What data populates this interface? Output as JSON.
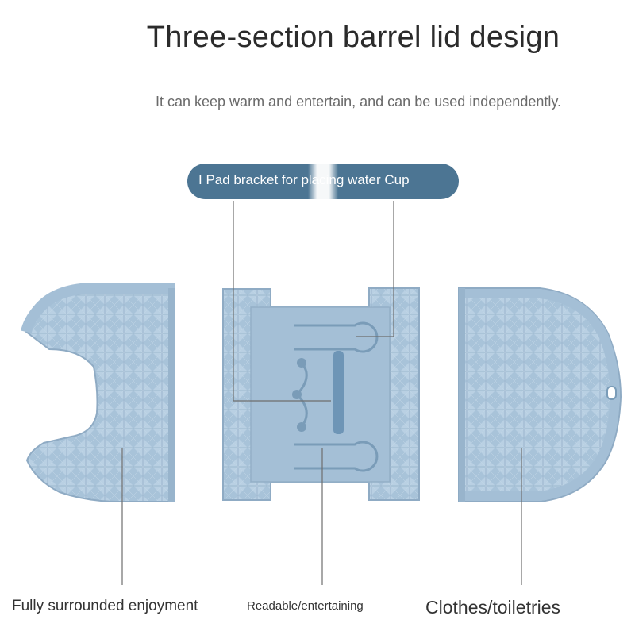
{
  "title": "Three-section barrel lid design",
  "subtitle": "It can keep warm and entertain, and can be used independently.",
  "pill_label": "I Pad bracket for placing water Cup",
  "captions": {
    "left": "Fully surrounded enjoyment",
    "middle": "Readable/entertaining",
    "right": "Clothes/toiletries"
  },
  "colors": {
    "panel": "#a4bfd6",
    "panel_edge": "#8fabc4",
    "pill": "#4c7593",
    "line": "#6e6e6e"
  }
}
